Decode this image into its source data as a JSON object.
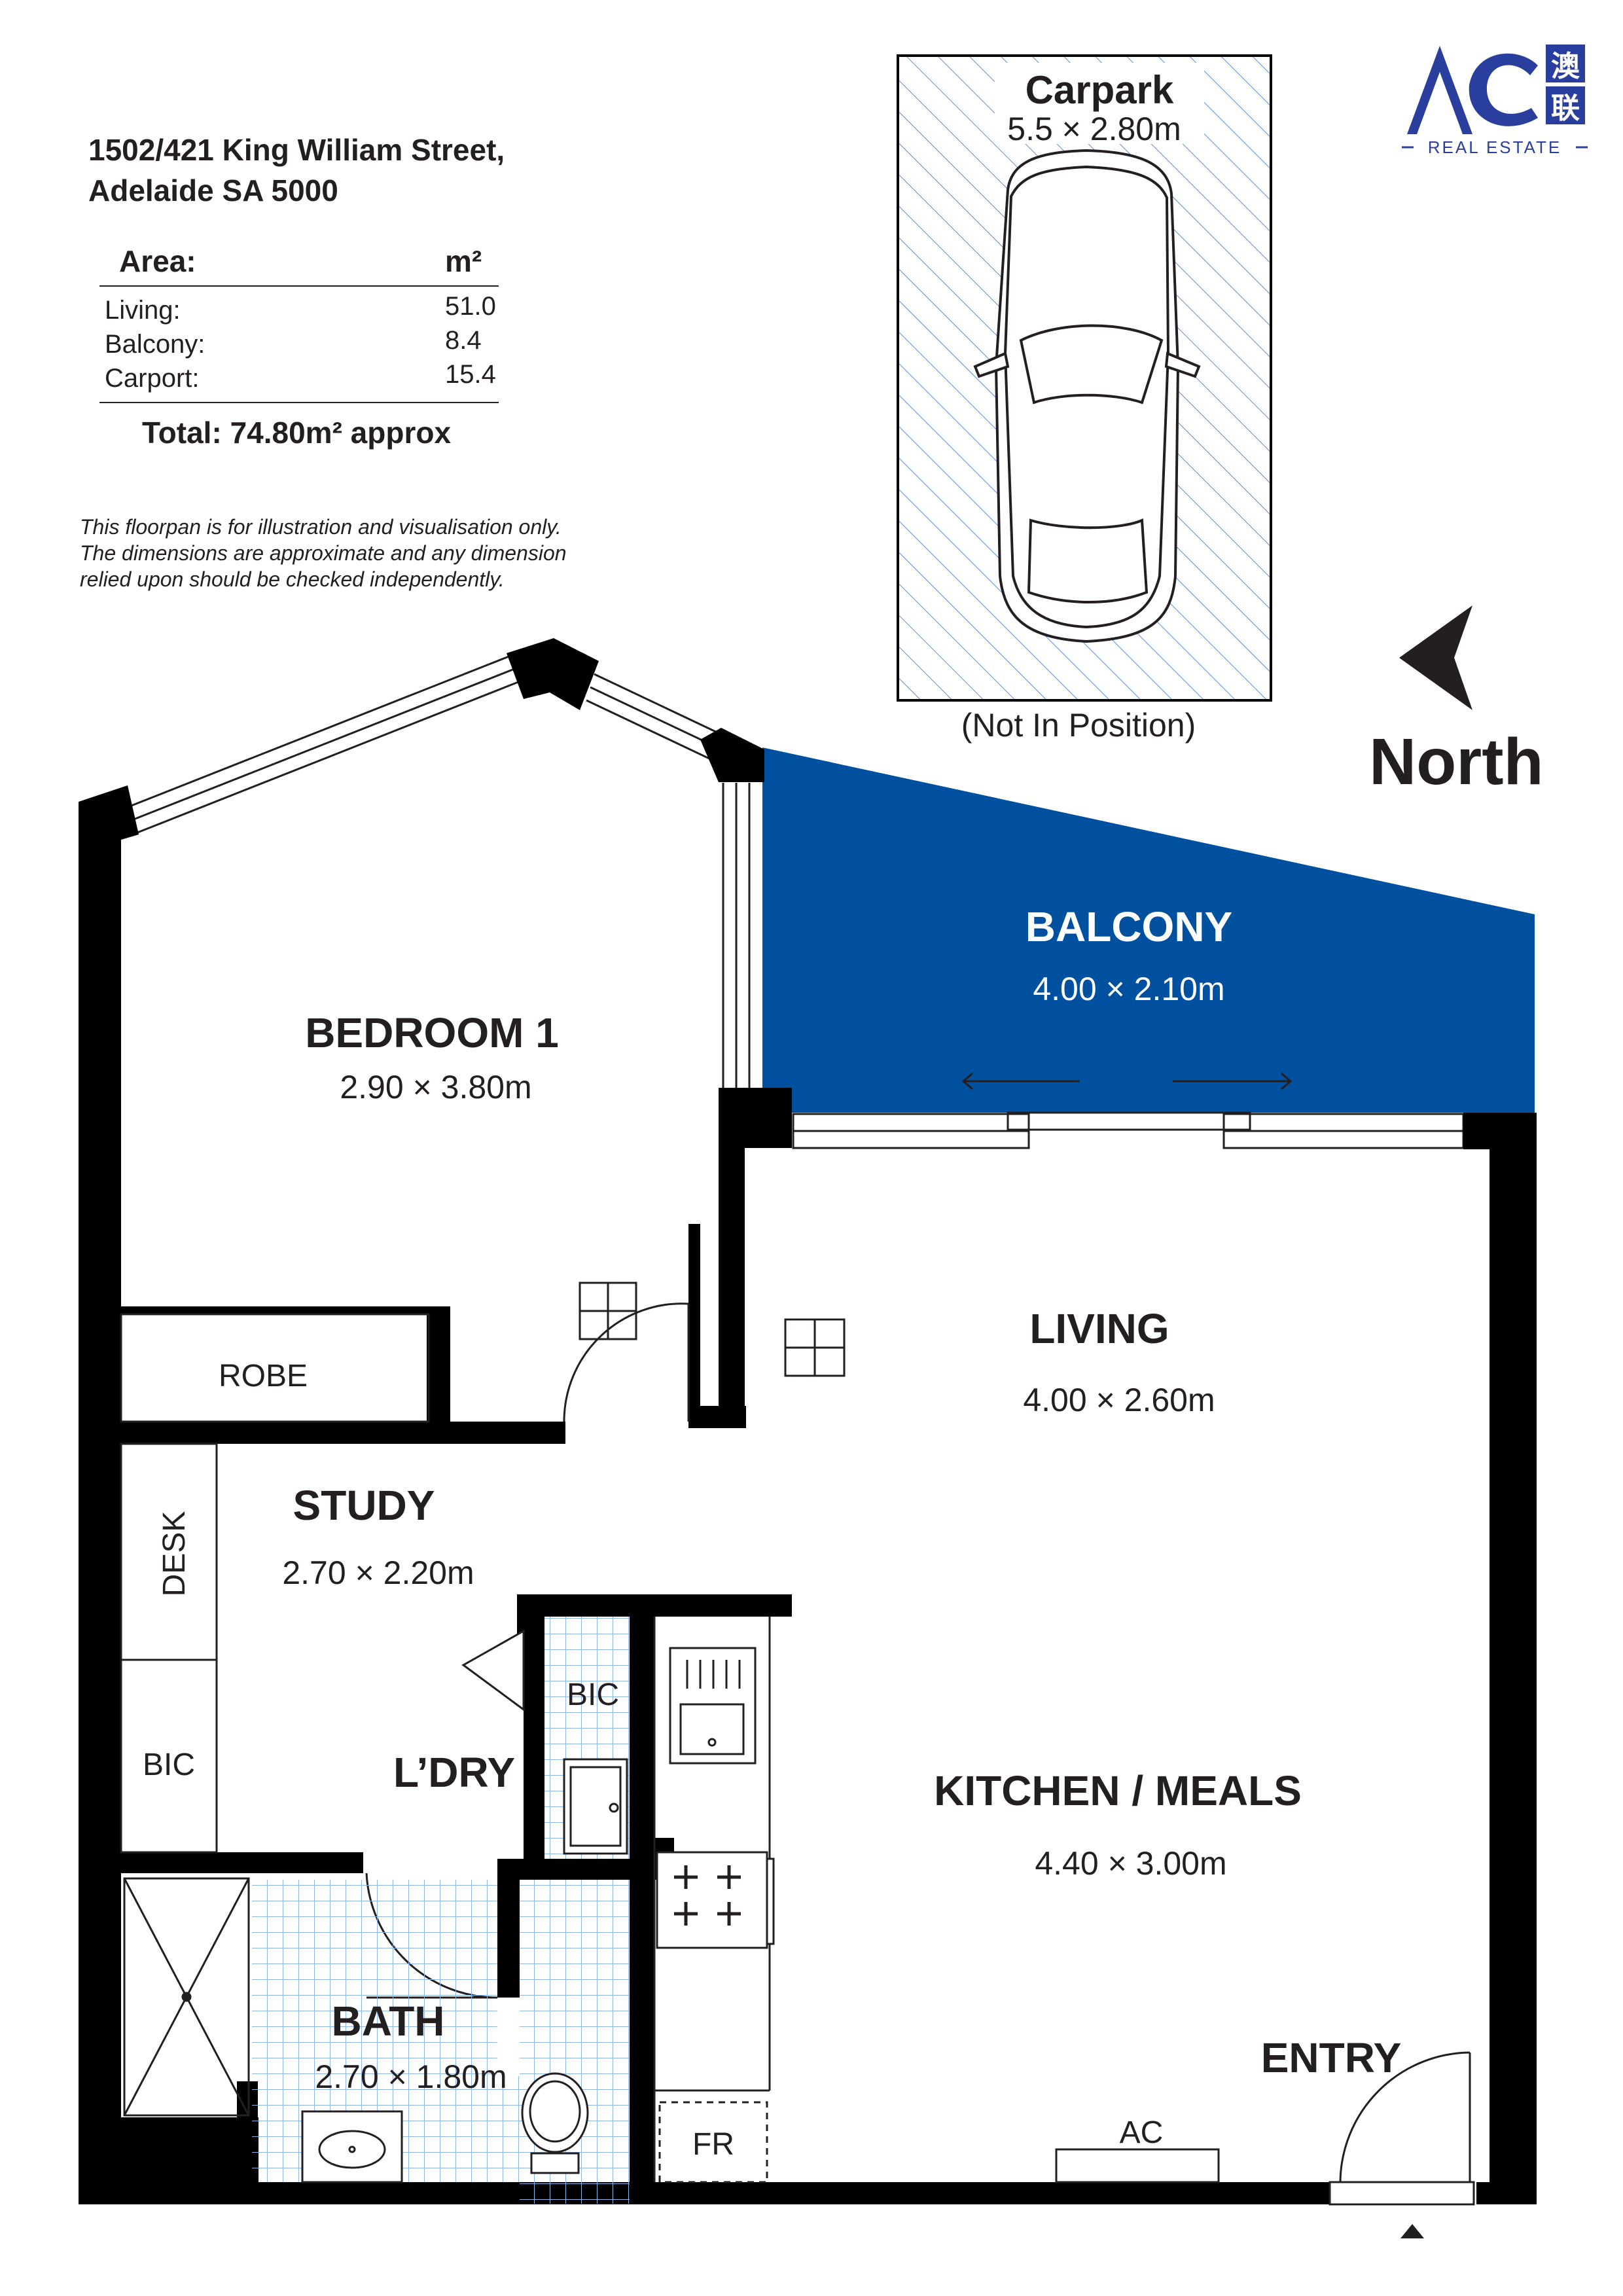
{
  "address": {
    "line1": "1502/421 King William Street,",
    "line2": "Adelaide SA 5000"
  },
  "area_table": {
    "header_label": "Area:",
    "header_unit": "m²",
    "rows": [
      {
        "label": "Living:",
        "value": "51.0"
      },
      {
        "label": "Balcony:",
        "value": "8.4"
      },
      {
        "label": "Carport:",
        "value": "15.4"
      }
    ],
    "total": "Total: 74.80m² approx"
  },
  "disclaimer": [
    "This floorpan is for illustration and visualisation only.",
    "The dimensions are approximate and any dimension",
    "relied upon should be checked independently."
  ],
  "carpark": {
    "title": "Carpark",
    "dims": "5.5 × 2.80m",
    "note": "(Not In Position)"
  },
  "logo": {
    "letters": "AC",
    "chinese": [
      "澳",
      "联"
    ],
    "subtitle": "REAL ESTATE"
  },
  "compass": {
    "label": "North"
  },
  "rooms": {
    "bedroom1": {
      "name": "BEDROOM 1",
      "dims": "2.90 × 3.80m"
    },
    "balcony": {
      "name": "BALCONY",
      "dims": "4.00 × 2.10m"
    },
    "living": {
      "name": "LIVING",
      "dims": "4.00 × 2.60m"
    },
    "study": {
      "name": "STUDY",
      "dims": "2.70 × 2.20m"
    },
    "laundry": {
      "name": "L’DRY"
    },
    "kitchen": {
      "name": "KITCHEN / MEALS",
      "dims": "4.40 × 3.00m"
    },
    "bath": {
      "name": "BATH",
      "dims": "2.70 × 1.80m"
    },
    "entry": {
      "name": "ENTRY"
    }
  },
  "fixtures": {
    "robe": "ROBE",
    "desk": "DESK",
    "bic_study": "BIC",
    "bic_laundry": "BIC",
    "fridge": "FR",
    "ac": "AC"
  },
  "colors": {
    "balcony": "#0050a0",
    "walls": "#000000",
    "hatch": "#5b8fd6",
    "tile": "#8ab6e8",
    "logo": "#2a3f9d"
  }
}
